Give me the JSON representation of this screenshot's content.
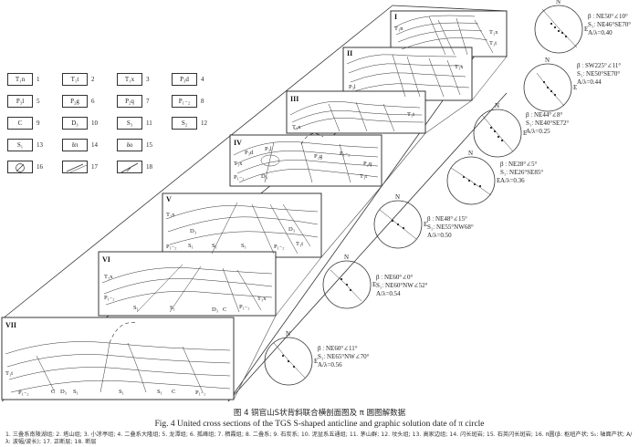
{
  "legend": {
    "items": [
      {
        "code": "T₁n",
        "num": "1"
      },
      {
        "code": "T₁t",
        "num": "2"
      },
      {
        "code": "T₁x",
        "num": "3"
      },
      {
        "code": "P₃d",
        "num": "4"
      },
      {
        "code": "P₃l",
        "num": "5"
      },
      {
        "code": "P₂g",
        "num": "6"
      },
      {
        "code": "P₂q",
        "num": "7"
      },
      {
        "code": "P₁₋₂",
        "num": "8"
      },
      {
        "code": "C",
        "num": "9"
      },
      {
        "code": "D₃",
        "num": "10"
      },
      {
        "code": "S₃",
        "num": "11"
      },
      {
        "code": "S₂",
        "num": "12"
      },
      {
        "code": "S₁",
        "num": "13"
      },
      {
        "code": "δπ",
        "num": "14"
      },
      {
        "code": "δο",
        "num": "15"
      },
      {
        "code": "",
        "num": "16",
        "icon": "pi-circle-icon"
      },
      {
        "code": "",
        "num": "17",
        "icon": "crenulation-cleavage-icon"
      },
      {
        "code": "",
        "num": "18",
        "icon": "fault-icon"
      }
    ]
  },
  "sections": [
    {
      "roman": "I"
    },
    {
      "roman": "II"
    },
    {
      "roman": "III"
    },
    {
      "roman": "IV"
    },
    {
      "roman": "V"
    },
    {
      "roman": "VI"
    },
    {
      "roman": "VII"
    }
  ],
  "section_labels": {
    "s1": [
      "T₁n",
      "T₁x",
      "T₁t"
    ],
    "s2": [
      "P₃l",
      "T₁x"
    ],
    "s3": [
      "T₁x",
      "T₁t"
    ],
    "s4": [
      "P₃d",
      "P₃l",
      "P₂g",
      "P₁₋₂",
      "P₂q",
      "D₃",
      "P₁₋₂",
      "T₁x",
      "T₁t"
    ],
    "s5": [
      "T₁x",
      "D₃",
      "S₁",
      "S₁",
      "S₁",
      "P₁₋₂",
      "P₁₋₂",
      "T₁t",
      "D₃"
    ],
    "s6": [
      "T₁x",
      "P₁₋₂",
      "S₁",
      "S₁",
      "D₃",
      "C",
      "P₁₋₂",
      "T₁x"
    ],
    "s7": [
      "T₁t",
      "P₁₋₂",
      "C",
      "D₃",
      "S₁",
      "S₁",
      "S₁",
      "C",
      "P₁₋₂"
    ]
  },
  "stereonets": [
    {
      "beta": "β ː NE50°∠10°",
      "s": "S₁ː NE46°SE70°",
      "ratio": "A/λ=0.40"
    },
    {
      "beta": "β ː SW225°∠11°",
      "s": "S₁ː NE50°SE70°",
      "ratio": "A/λ=0.44"
    },
    {
      "beta": "β ː NE44°∠8°",
      "s": "S₁ː NE40°SE72°",
      "ratio": "A/λ=0.25"
    },
    {
      "beta": "β ː NE28°∠5°",
      "s": "S₁ː NE26°SE85°",
      "ratio": "A/λ=0.36"
    },
    {
      "beta": "β ː NE48°∠15°",
      "s": "S₁ː NE55°NW68°",
      "ratio": "A/λ=0.50"
    },
    {
      "beta": "β ː NE60°∠0°",
      "s": "S₁ː NE60°NW∠52°",
      "ratio": "A/λ=0.54"
    },
    {
      "beta": "β ː NE60°∠11°",
      "s": "S₁ː NE65°NW∠70°",
      "ratio": "A/λ=0.56"
    }
  ],
  "net_marks": {
    "north": "N",
    "east": "E",
    "beta": "β",
    "s": "S₁"
  },
  "caption": {
    "cn": "图 4   铜官山S状背斜联合横剖面图及 π 圆图解数据",
    "en": "Fig. 4   United cross sections of the TGS S-shaped anticline and graphic solution date of π circle",
    "legend_text": "1. 三叠系南陵湖组; 2. 塔山组; 3. 小凉亭组; 4. 二叠系大隆组; 5. 龙潭组; 6. 孤峰组; 7. 栖霞组; 8. 二叠系; 9. 石炭系; 10. 泥盆系五通组; 11. 茅山群; 12. 坟头组; 13. 高家边组; 14. 闪长斑岩; 15. 石英闪长斑岩; 16. π圆(β: 枢纽产状; S₁: 轴面产状; A/λ: 波幅/波长); 17. 正断层; 18. 断层"
  }
}
